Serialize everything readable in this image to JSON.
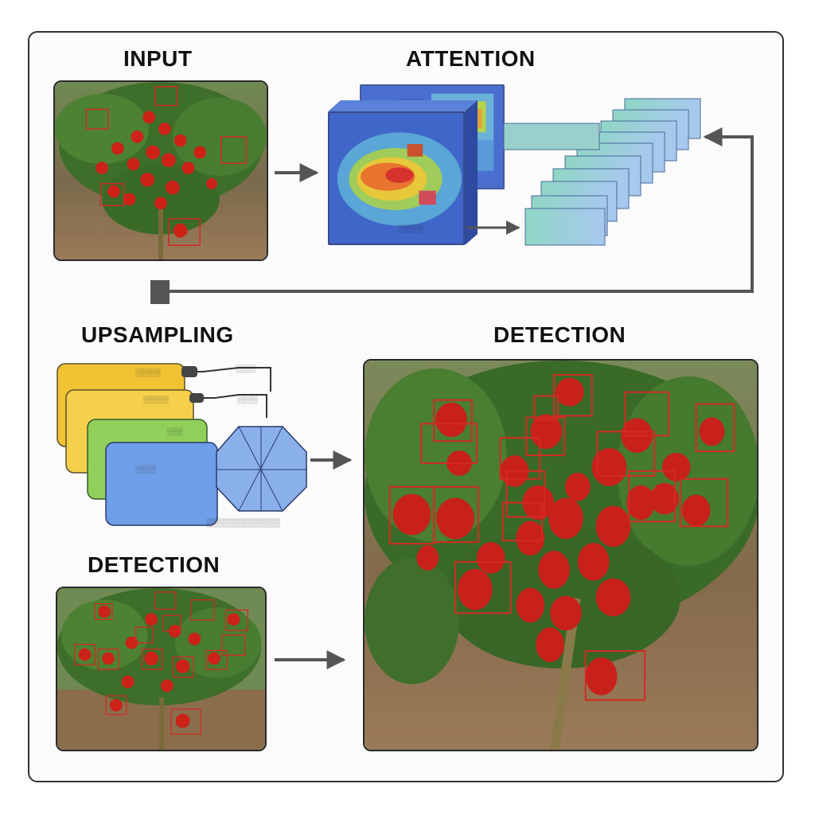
{
  "titles": {
    "input": "INPUT",
    "attention": "ATTENTION",
    "upsampling": "UPSAMPLING",
    "detection_small": "DETECTION",
    "detection_large": "DETECTION"
  },
  "attention_labels": {
    "map_top": "░░░░░",
    "map_bottom": "░░░░░",
    "tensor_top_line1": "░░░░░░░░",
    "tensor_top_line2": "░░░░░",
    "tensor_bottom": "░░░░░░"
  },
  "upsampling_labels": {
    "layer1": "░░░░░",
    "layer2": "░░░░░",
    "layer3": "░░░",
    "layer4": "░░░░",
    "note1": "░░░░",
    "note2": "░░░░",
    "caption": "░░░░░░░░░░░░░"
  },
  "colors": {
    "pepper_red": "#c8211a",
    "leaf_green": "#3f7a2c",
    "soil_brown": "#8a6a4a",
    "box_red": "#d42a22",
    "arrow_gray": "#555555",
    "layer_yellow": "#f1c232",
    "layer_green": "#8fcf5a",
    "layer_blue": "#6f9ee8"
  }
}
